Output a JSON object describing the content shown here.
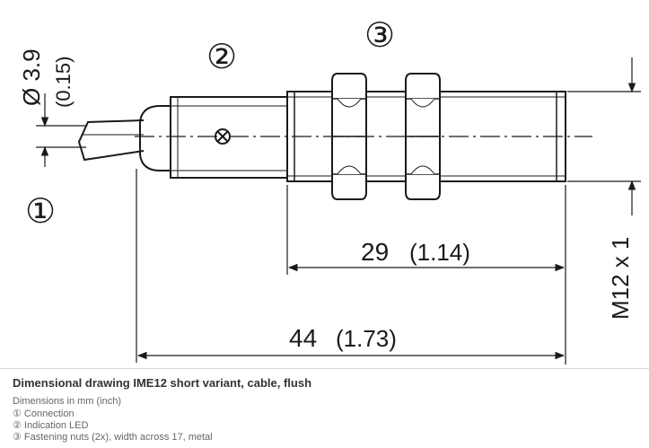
{
  "drawing": {
    "callout_1": "①",
    "callout_2": "②",
    "callout_3": "③",
    "dim_diameter": "Ø 3.9",
    "dim_diameter_inch": "(0.15)",
    "dim_thread_length": "29",
    "dim_thread_length_inch": "(1.14)",
    "dim_total_length": "44",
    "dim_total_length_inch": "(1.73)",
    "thread_label": "M12 x 1"
  },
  "caption": {
    "title": "Dimensional drawing IME12 short variant, cable, flush",
    "units": "Dimensions in mm (inch)",
    "item_1": "① Connection",
    "item_2": "② Indication LED",
    "item_3": "③ Fastening nuts (2x), width across 17, metal"
  }
}
